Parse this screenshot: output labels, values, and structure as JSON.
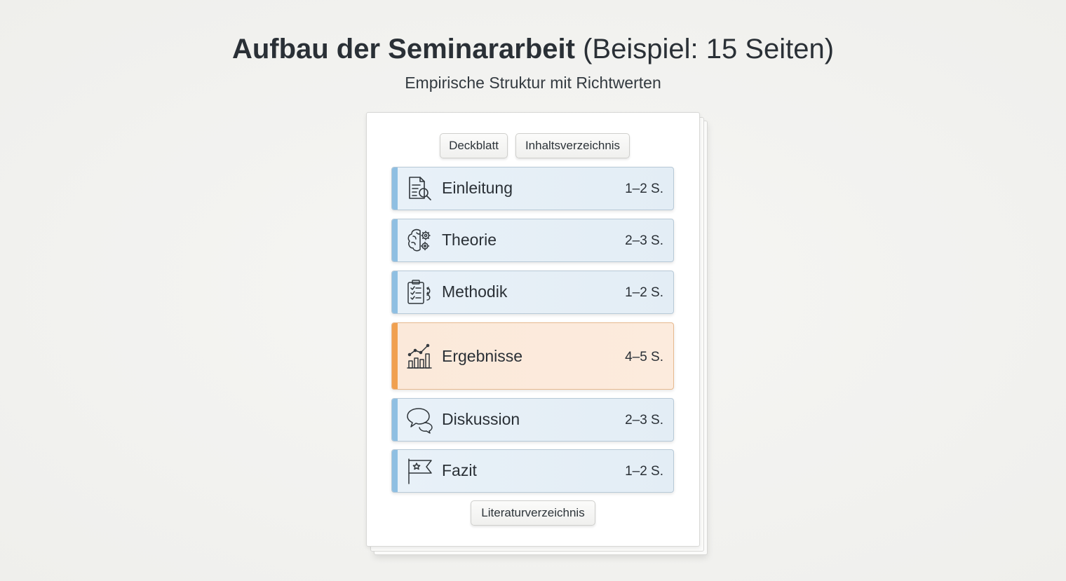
{
  "title": {
    "bold": "Aufbau der Seminararbeit",
    "rest": " (Beispiel: 15 Seiten)"
  },
  "subtitle": "Empirische Struktur mit Richtwerten",
  "front_matter": [
    "Deckblatt",
    "Inhaltsverzeichnis"
  ],
  "sections": [
    {
      "label": "Einleitung",
      "pages": "1–2 S.",
      "icon": "document-search-icon"
    },
    {
      "label": "Theorie",
      "pages": "2–3 S.",
      "icon": "brain-gears-icon"
    },
    {
      "label": "Methodik",
      "pages": "1–2 S.",
      "icon": "clipboard-checklist-icon"
    },
    {
      "label": "Ergebnisse",
      "pages": "4–5 S.",
      "icon": "bar-chart-trend-icon",
      "highlighted": true
    },
    {
      "label": "Diskussion",
      "pages": "2–3 S.",
      "icon": "speech-bubbles-icon"
    },
    {
      "label": "Fazit",
      "pages": "1–2 S.",
      "icon": "flag-star-icon"
    }
  ],
  "back_matter": [
    "Literaturverzeichnis"
  ],
  "colors": {
    "section_accent": "#8fbfe2",
    "highlight_accent": "#f0a050",
    "section_fill": "#e6eff6",
    "highlight_fill": "#fbe9da"
  }
}
